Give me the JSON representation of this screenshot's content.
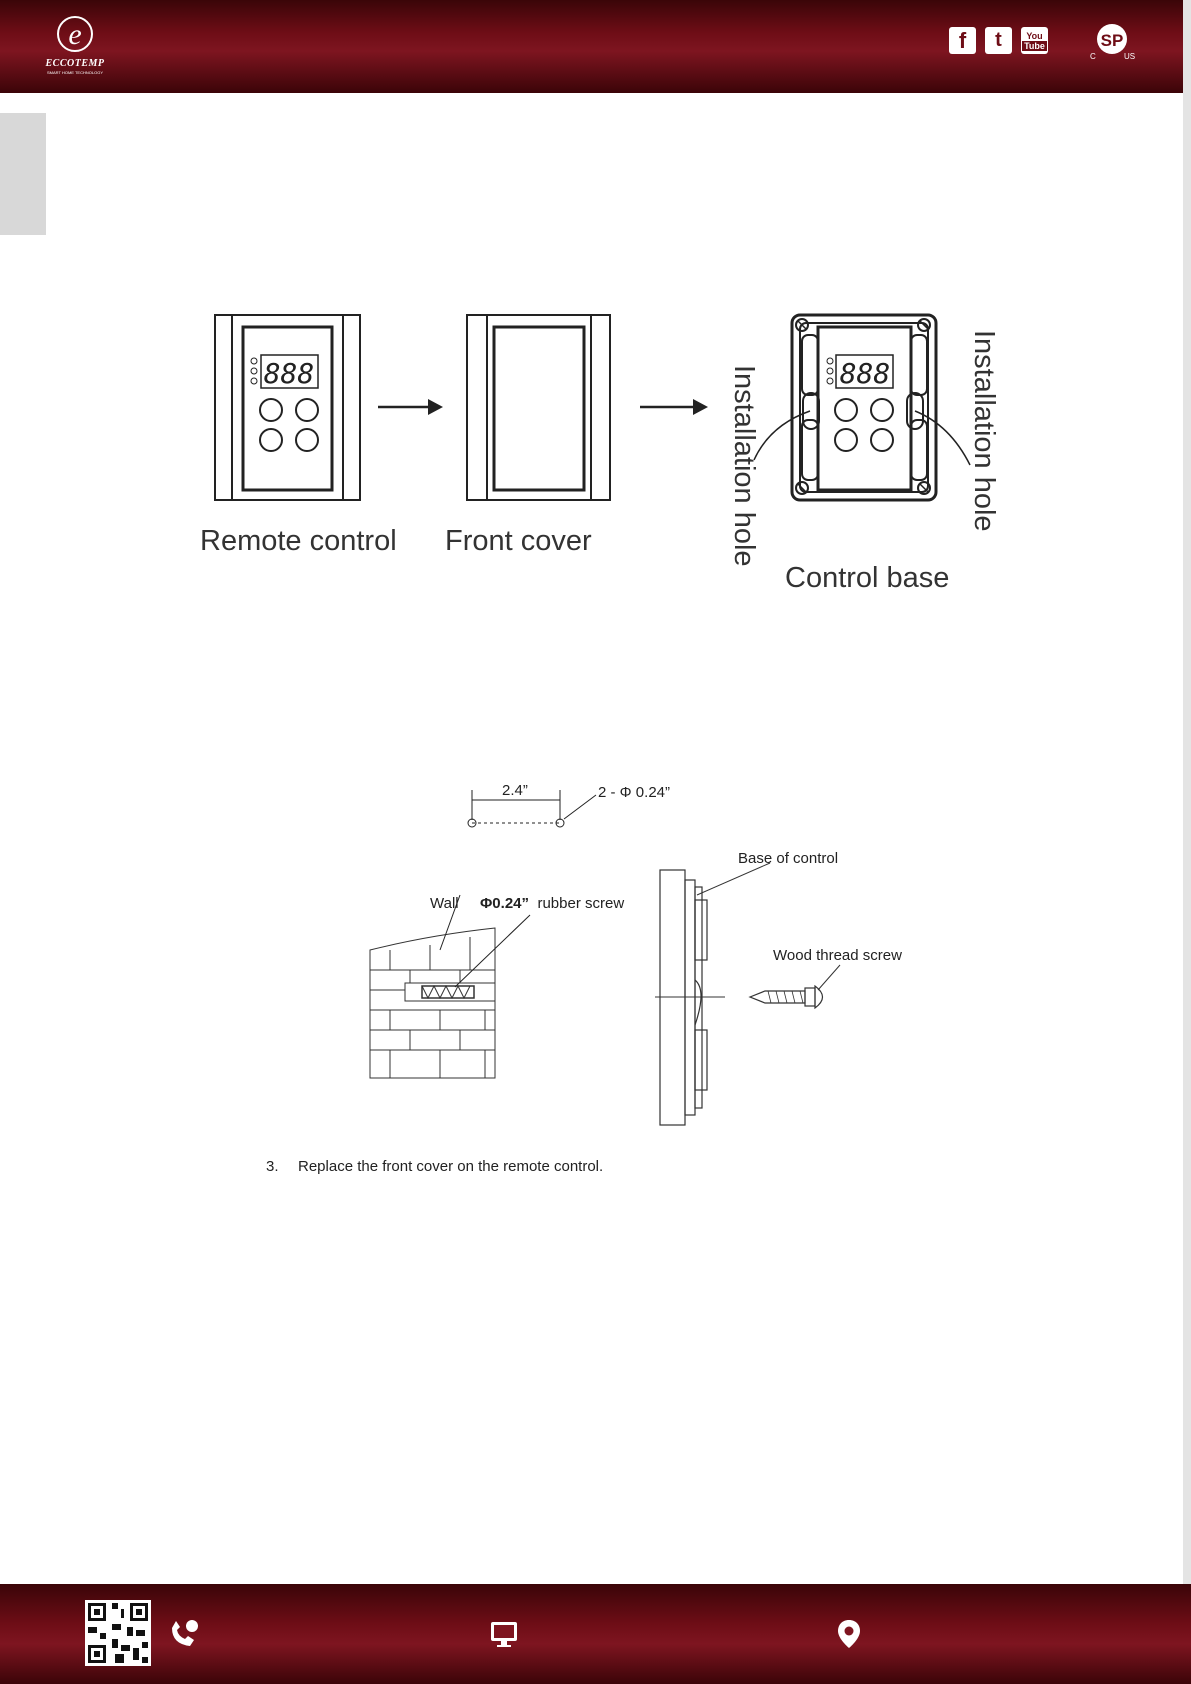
{
  "header": {
    "logo_text": "ECCOTEMP",
    "logo_tagline": "SMART HOME TECHNOLOGY",
    "social": [
      "facebook-icon",
      "twitter-icon",
      "youtube-icon"
    ],
    "youtube_text_top": "You",
    "youtube_text_bottom": "Tube",
    "cert_letters": {
      "left": "C",
      "right": "US"
    }
  },
  "figure1": {
    "remote_label": "Remote control",
    "cover_label": "Front cover",
    "base_label": "Control base",
    "hole_left_label": "Installation hole",
    "hole_right_label": "Installation hole",
    "display_digits": "888"
  },
  "figure2": {
    "spacing_label": "2.4”",
    "hole_label": "2 - Φ 0.24”",
    "base_label": "Base of control",
    "wall_label": "Wall",
    "rubber_screw_bold": "Φ0.24”",
    "rubber_screw_rest": "rubber screw",
    "wood_screw_label": "Wood thread screw"
  },
  "steps": [
    {
      "number": "3.",
      "text": "Replace the front cover on the remote control."
    }
  ],
  "footer": {
    "icons": [
      "qr-code-icon",
      "phone-icon",
      "monitor-icon",
      "location-pin-icon"
    ]
  },
  "colors": {
    "brand": "#7e1520",
    "brand_dark": "#3a0508"
  }
}
